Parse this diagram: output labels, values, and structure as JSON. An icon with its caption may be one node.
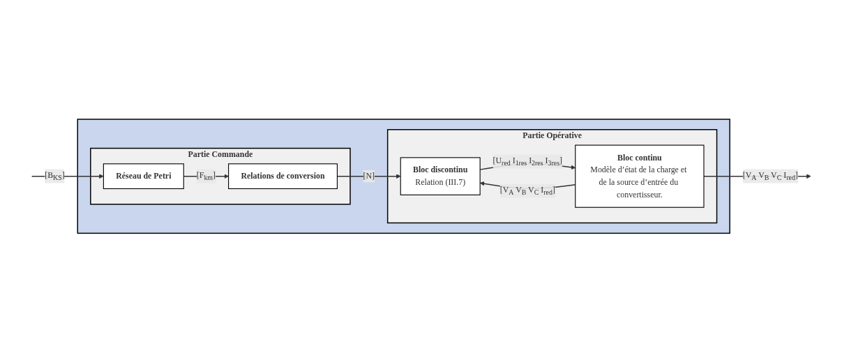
{
  "diagram": {
    "nodes": [
      {
        "text": [],
        "shape": "box"
      },
      {
        "text": [
          "Partie Commande"
        ],
        "in": 0
      },
      {
        "text": [
          "Réseau de Petri"
        ],
        "in": 1
      },
      {
        "text": [
          "Relations de conversion"
        ],
        "in": 1
      },
      {
        "text": [
          "Partie Opérative"
        ],
        "in": 0
      },
      {
        "text": [
          "Bloc discontinu",
          "Relation (III.7)"
        ],
        "in": 4
      },
      {
        "text": [
          "Bloc continu",
          "Modèle d’état de la charge et de la source d’entrée du convertisseur."
        ],
        "in": 4
      }
    ],
    "edges": [
      {
        "from": null,
        "to": 2,
        "arrow": "to",
        "label": "[B$_{KS}$]"
      },
      {
        "from": 2,
        "to": 3,
        "arrow": "to",
        "label": "[F$_{km}$]"
      },
      {
        "from": 3,
        "to": 5,
        "arrow": "to",
        "label": "[N]"
      },
      {
        "from": 5,
        "to": 6,
        "arrow": "to",
        "label": "[U$_{red}$ I$_{1res}$ I$_{2res}$ I$_{3res}$]"
      },
      {
        "from": 6,
        "to": 5,
        "arrow": "to",
        "label": "[V$_{A}$ V$_{B}$ V$_{C}$ I$_{red}$]"
      },
      {
        "from": 6,
        "to": null,
        "arrow": "to",
        "label": "[V$_{A}$ V$_{B}$ V$_{C}$ I$_{red}$]"
      }
    ]
  }
}
